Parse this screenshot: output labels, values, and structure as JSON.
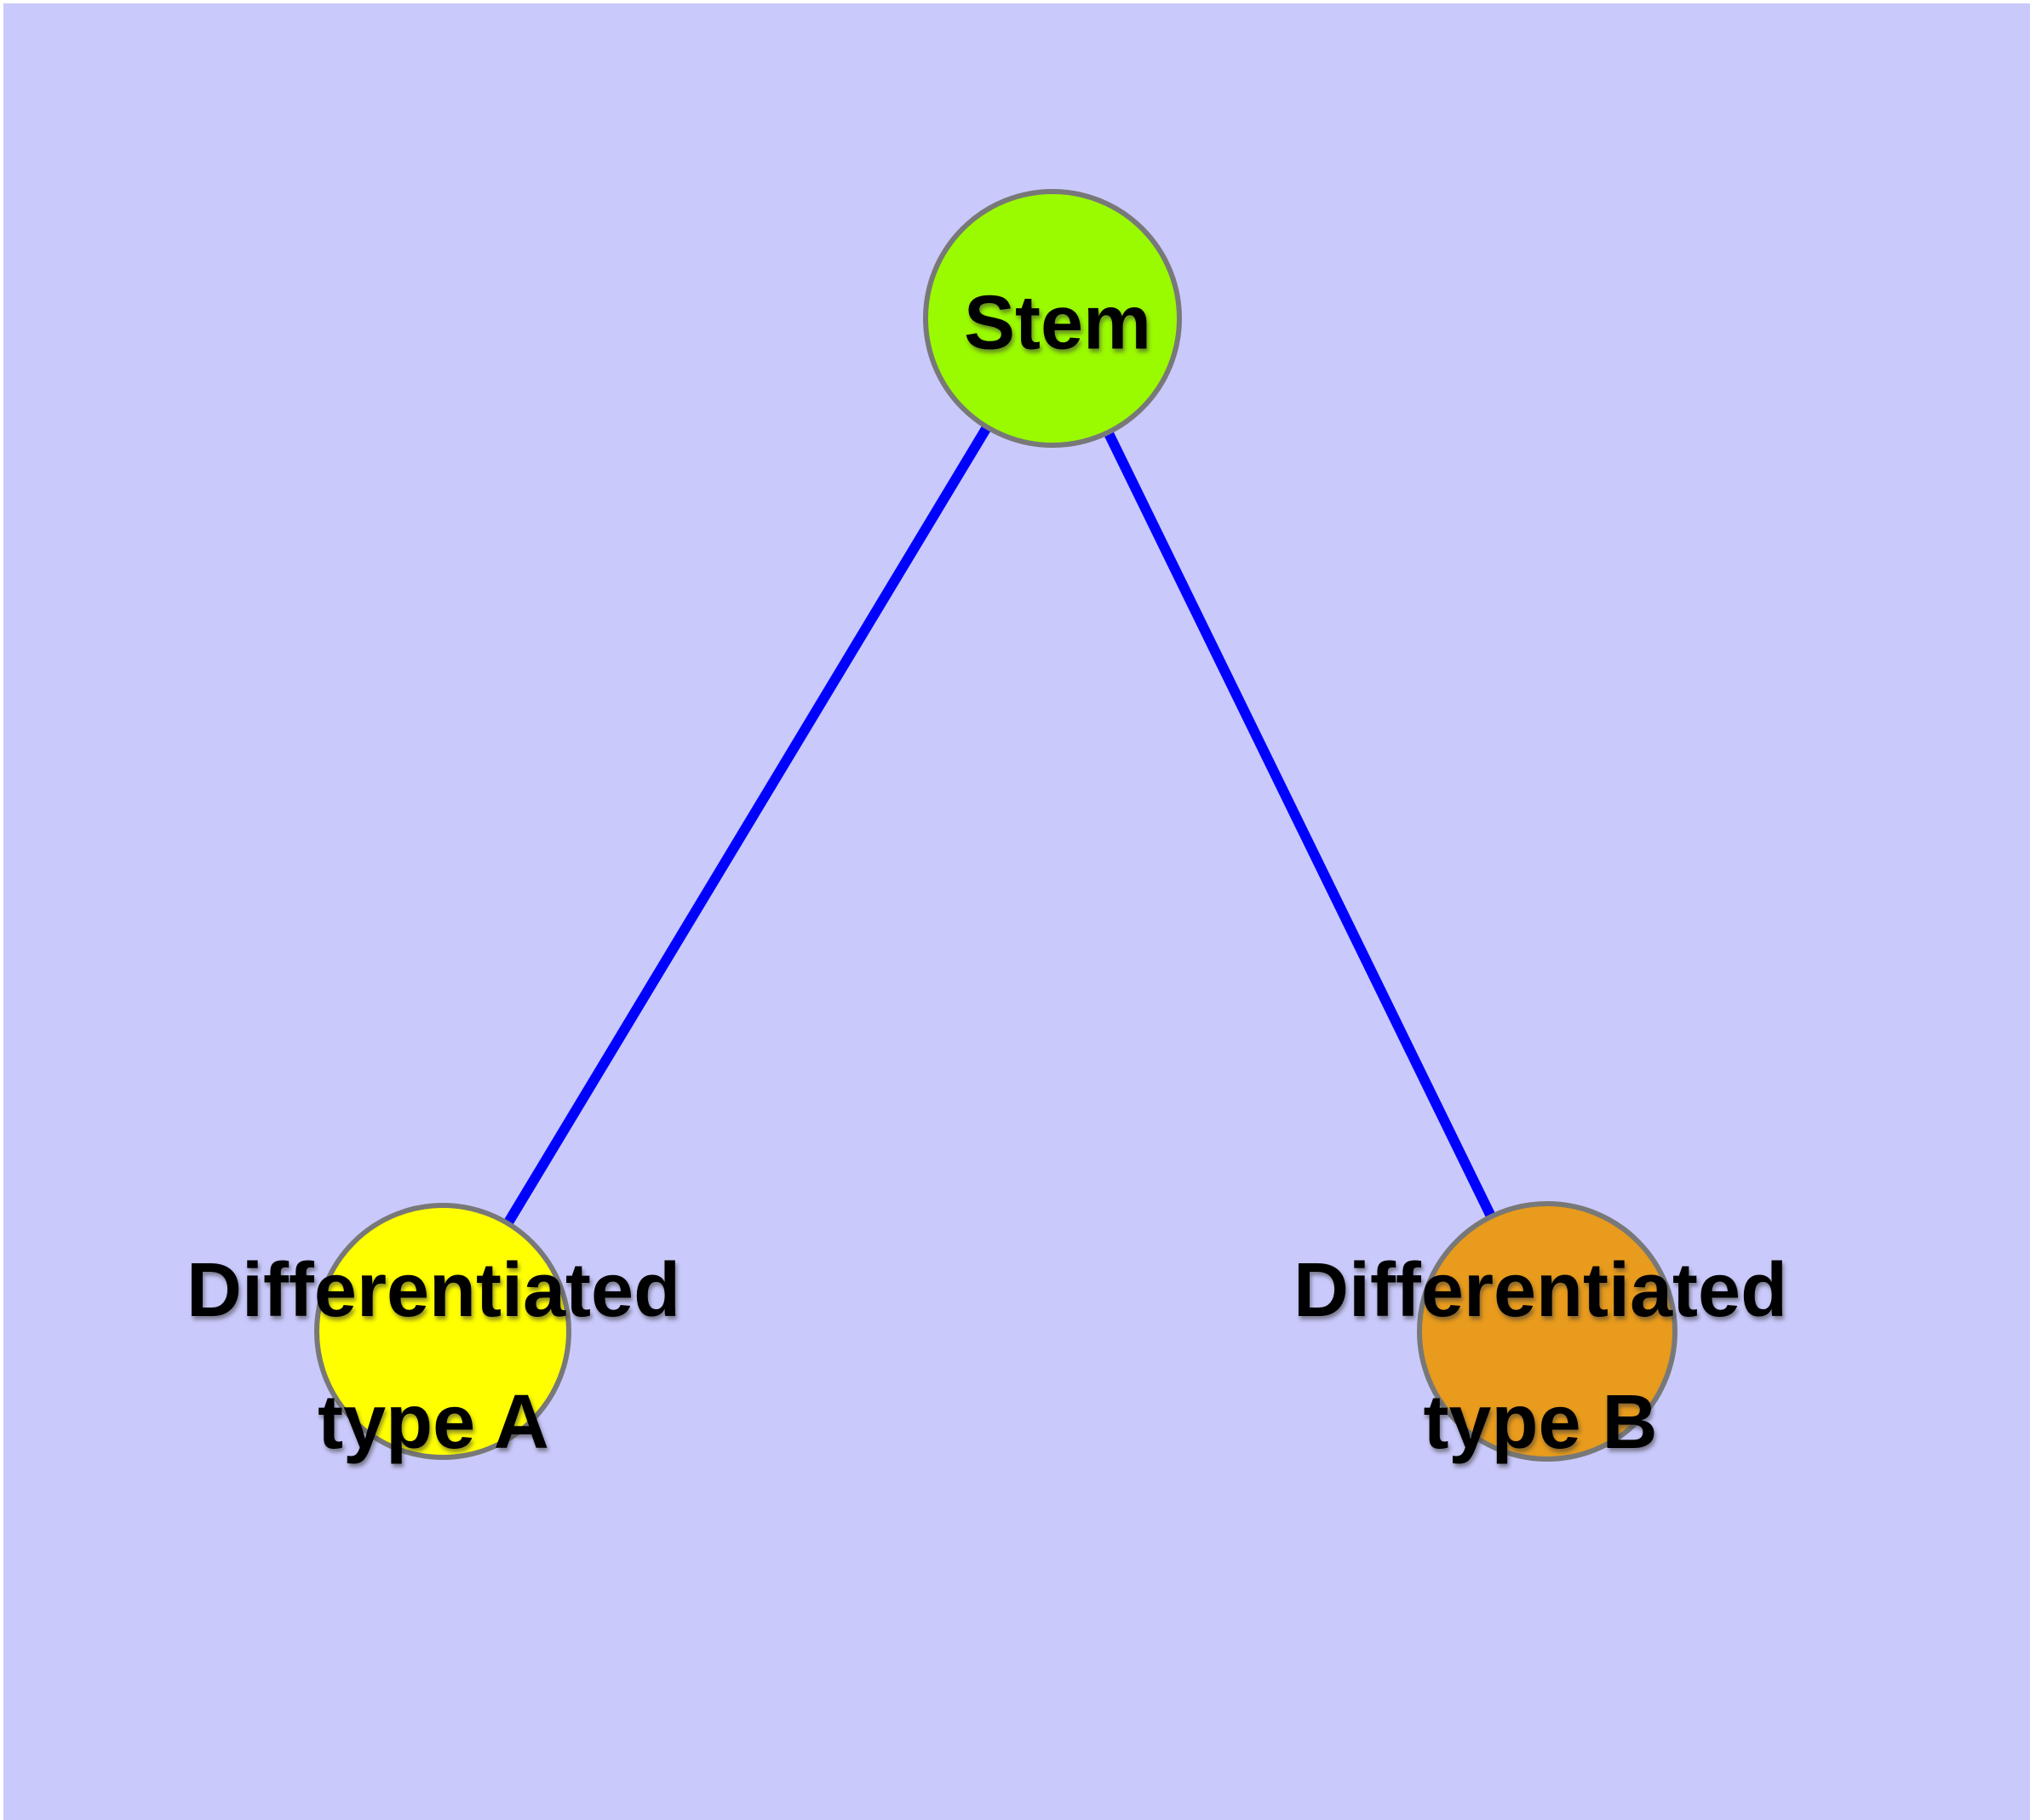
{
  "diagram": {
    "type": "graph",
    "background_color": "#C9C9FB",
    "edge_color": "#0000FF",
    "node_border_color": "#787878",
    "label_color": "#000000",
    "nodes": [
      {
        "id": "stem",
        "label": "Stem",
        "fill": "#9AFA00"
      },
      {
        "id": "differentiated-type-a",
        "label_lines": [
          "Differentiated",
          "type A"
        ],
        "fill": "#FFFF00"
      },
      {
        "id": "differentiated-type-b",
        "label_lines": [
          "Differentiated",
          "type B"
        ],
        "fill": "#E89B1C"
      }
    ],
    "edges": [
      {
        "from": "Stem",
        "to": "Differentiated type A"
      },
      {
        "from": "Stem",
        "to": "Differentiated type B"
      }
    ]
  }
}
